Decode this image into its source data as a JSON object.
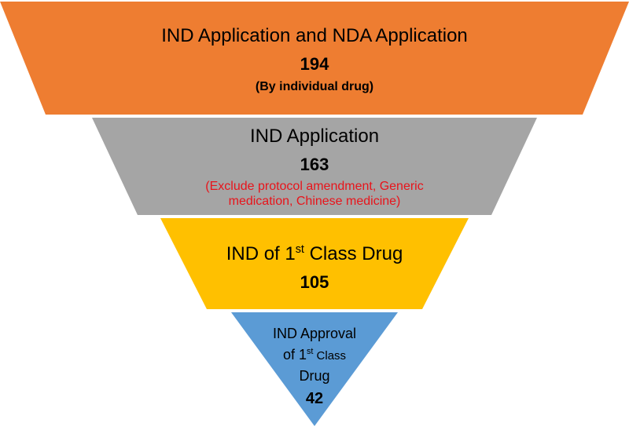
{
  "tiers": [
    {
      "title": "IND Application and NDA Application",
      "count": "194",
      "note": "(By individual drug)",
      "color": "#ee7d31"
    },
    {
      "title": "IND Application",
      "count": "163",
      "note_line1": "(Exclude protocol amendment, Generic",
      "note_line2": "medication, Chinese medicine)",
      "note_color": "#e8141b",
      "color": "#a5a5a5"
    },
    {
      "title_pre": "IND of 1",
      "title_sup": "st",
      "title_post": " Class Drug",
      "count": "105",
      "color": "#ffc000"
    },
    {
      "line1": "IND Approval",
      "line2_pre": "of 1",
      "line2_sup": "st",
      "line2_post": " Class",
      "line3": "Drug",
      "count": "42",
      "color": "#5b9bd5"
    }
  ]
}
